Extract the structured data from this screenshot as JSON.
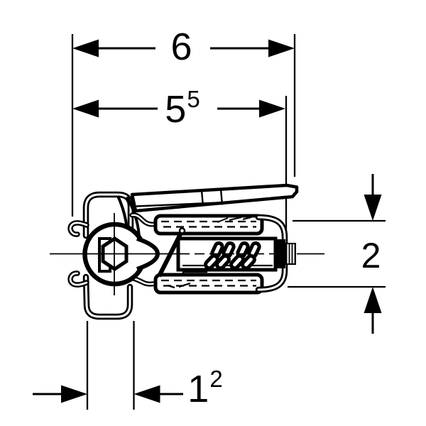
{
  "colors": {
    "ink": "#000000",
    "background": "#ffffff"
  },
  "dimensions": {
    "overall_width": {
      "main": "6",
      "sup": ""
    },
    "body_width": {
      "main": "5",
      "sup": "5"
    },
    "side_height": {
      "main": "2",
      "sup": ""
    },
    "foot_width": {
      "main": "1",
      "sup": "2"
    }
  }
}
